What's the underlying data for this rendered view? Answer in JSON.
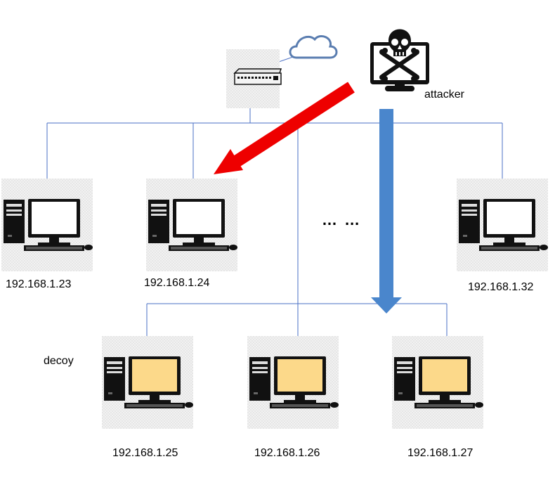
{
  "labels": {
    "attacker": "attacker",
    "decoy": "decoy",
    "ellipsis": "… …"
  },
  "hosts": {
    "h23": {
      "ip": "192.168.1.23"
    },
    "h24": {
      "ip": "192.168.1.24"
    },
    "h32": {
      "ip": "192.168.1.32"
    },
    "h25": {
      "ip": "192.168.1.25"
    },
    "h26": {
      "ip": "192.168.1.26"
    },
    "h27": {
      "ip": "192.168.1.27"
    }
  },
  "icons": {
    "cloud": "cloud-icon",
    "switch": "network-switch-icon",
    "attacker": "skull-crossbones-monitor-icon",
    "computer": "desktop-computer-icon"
  },
  "colors": {
    "line": "#4a6fc4",
    "red_arrow": "#ee0000",
    "blue_arrow": "#4a86cc",
    "real_screen": "#ffffff",
    "decoy_screen": "#fcd98a"
  }
}
